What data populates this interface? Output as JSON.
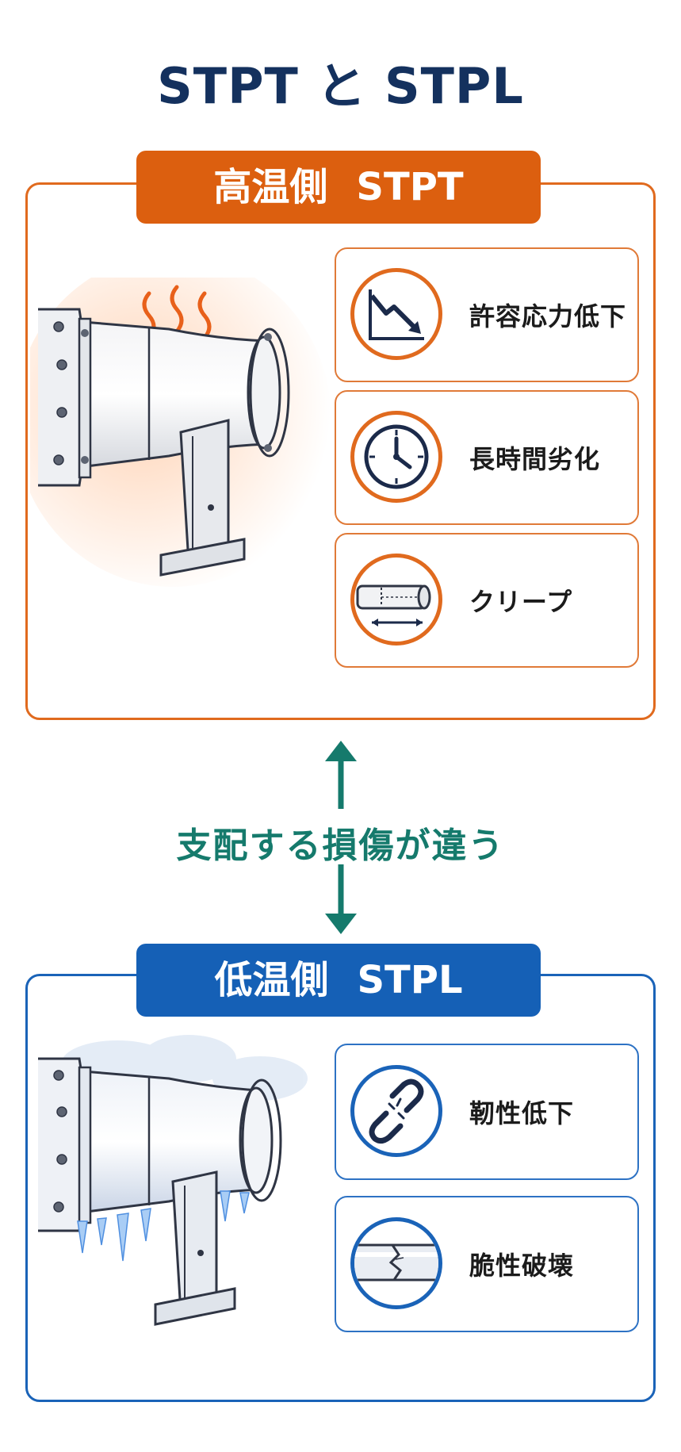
{
  "title": "STPT と STPL",
  "hot": {
    "banner_label": "高温側",
    "banner_code": "STPT",
    "items": [
      {
        "label": "許容応力低下",
        "icon": "decline-chart-icon"
      },
      {
        "label": "長時間劣化",
        "icon": "clock-icon"
      },
      {
        "label": "クリープ",
        "icon": "pipe-stretch-icon"
      }
    ],
    "color": "#dc5f0f"
  },
  "middle": {
    "text": "支配する損傷が違う"
  },
  "cold": {
    "banner_label": "低温側",
    "banner_code": "STPL",
    "items": [
      {
        "label": "靭性低下",
        "icon": "broken-chain-icon"
      },
      {
        "label": "脆性破壊",
        "icon": "cracked-pipe-icon"
      }
    ],
    "color": "#1560b6"
  }
}
